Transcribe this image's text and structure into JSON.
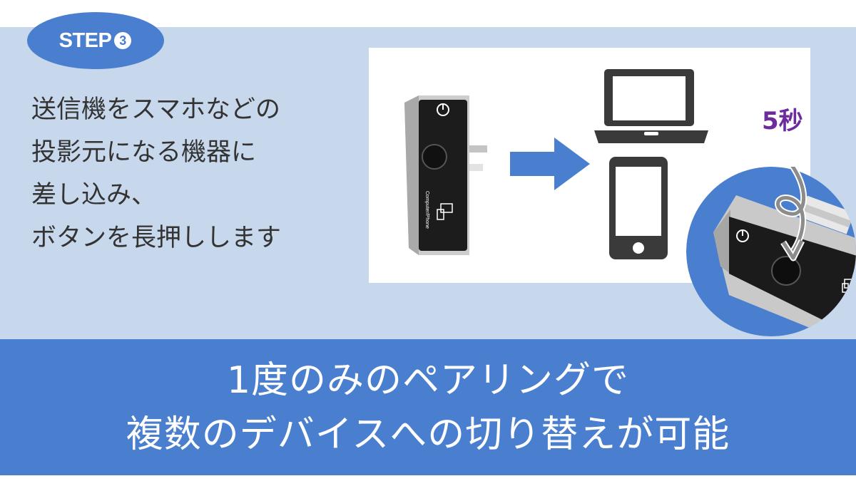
{
  "step_badge": {
    "text": "STEP",
    "number": "3"
  },
  "instruction": "送信機をスマホなどの\n投影元になる機器に\n差し込み、\nボタンを長押しします",
  "duration_label": "5秒",
  "device_label": "Computer/Phone",
  "banner": {
    "line1": "1度のみのペアリングで",
    "line2": "複数のデバイスへの切り替えが可能"
  },
  "colors": {
    "accent_blue": "#4a7fd0",
    "panel_light_blue": "#c8d8ec",
    "duration_purple": "#6d2c9d",
    "icon_dark": "#3a3a3a"
  },
  "icons": [
    "laptop-icon",
    "smartphone-icon",
    "arrow-right-icon",
    "power-icon",
    "curved-arrow-icon"
  ]
}
